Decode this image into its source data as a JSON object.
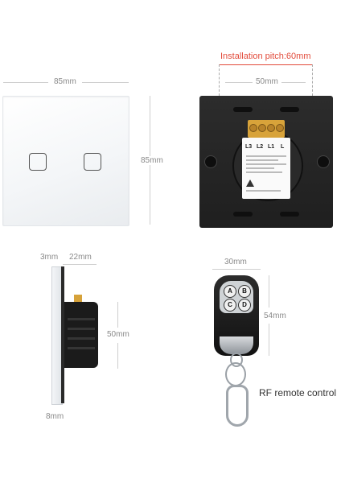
{
  "installation_pitch": "Installation pitch:60mm",
  "front": {
    "width_label": "85mm",
    "height_label": "85mm"
  },
  "back": {
    "inner_width_label": "50mm",
    "terminals": [
      "L3",
      "L2",
      "L1",
      "L"
    ]
  },
  "side": {
    "glass_label": "3mm",
    "depth_label": "22mm",
    "height_label": "50mm",
    "bottom_label": "8mm"
  },
  "remote": {
    "width_label": "30mm",
    "height_label": "54mm",
    "caption": "RF remote control",
    "buttons": [
      "A",
      "B",
      "C",
      "D"
    ]
  },
  "colors": {
    "accent_red": "#e24a3a",
    "panel_black": "#1f1f1f",
    "terminal_brass": "#d8a33a"
  }
}
